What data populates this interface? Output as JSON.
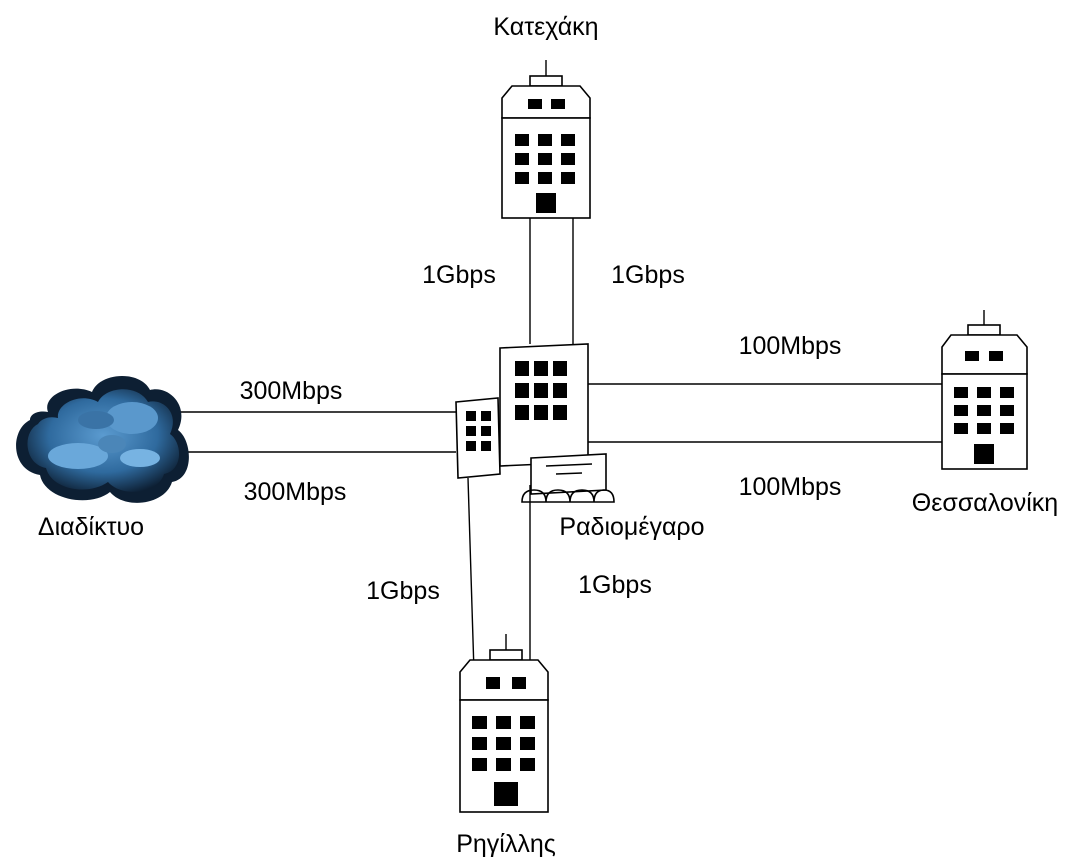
{
  "nodes": {
    "katechaki": "Κατεχάκη",
    "thessaloniki": "Θεσσαλονίκη",
    "rigillis": "Ρηγίλλης",
    "radiomegaro": "Ραδιομέγαρο",
    "internet": "Διαδίκτυο"
  },
  "links": {
    "katechaki_left": "1Gbps",
    "katechaki_right": "1Gbps",
    "thessaloniki_top": "100Mbps",
    "thessaloniki_bottom": "100Mbps",
    "internet_top": "300Mbps",
    "internet_bottom": "300Mbps",
    "rigillis_left": "1Gbps",
    "rigillis_right": "1Gbps"
  },
  "colors": {
    "cloud_dark": "#0d1f33",
    "cloud_mid": "#2f6a9e",
    "cloud_light": "#5b9bd0"
  },
  "icons": {
    "building": "office-tower-icon",
    "hub": "building-cluster-icon",
    "cloud": "cloud-icon",
    "antenna": "radio-station-icon"
  }
}
